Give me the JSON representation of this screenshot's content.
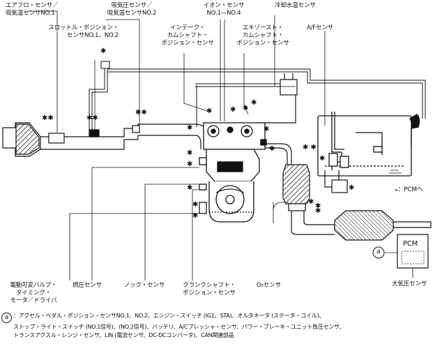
{
  "labels": {
    "airflow_1": "エアフロ・センサ／",
    "airflow_2": "吸気温センサNO.1",
    "map_1": "吸気圧センサ／",
    "map_2": "吸気温センサNO.2",
    "ion_1": "イオン・センサ",
    "ion_2": "NO.1—NO.4",
    "coolant": "冷却水温センサ",
    "throttle_1": "スロットル・ポジション・",
    "throttle_2": "センサNO.1、NO.2",
    "intake_cam_1": "インテーク・",
    "intake_cam_2": "カムシャフト・",
    "intake_cam_3": "ポジション・センサ",
    "exhaust_cam_1": "エキゾースト・",
    "exhaust_cam_2": "カムシャフト・",
    "exhaust_cam_3": "ポジション・センサ",
    "af_sensor": "A/Fセンサ",
    "pcm_legend": "⁎：PCMへ",
    "pcm_box": "PCM",
    "circle_a": "a",
    "baro": "大気圧センサ",
    "vvt_1": "電動可変バルブ・",
    "vvt_2": "タイミング・",
    "vvt_3": "モータ／ドライバ",
    "fuel_pressure": "燃圧センサ",
    "knock": "ノック・センサ",
    "crank_1": "クランクシャフト・",
    "crank_2": "ポジション・センサ",
    "o2": "O₂センサ"
  },
  "footnote": {
    "marker": "a",
    "line1": "：アクセル・ペダル・ポジション・センサNO.1、NO.2、エンジン・スイッチ (IG1、STA)、オルタネータ (ステータ・コイル)、",
    "line2": "ストップ・ライト・スイッチ (NO.1信号)、(NO.2信号)、バッテリ、A/Cプレッシャ・センサ、パワー・ブレーキ・ユニット負圧センサ、",
    "line3": "トランスアクスル・レンジ・センサ、LIN (電流センサ、DC-DCコンバータ)、CAN関連部品"
  }
}
